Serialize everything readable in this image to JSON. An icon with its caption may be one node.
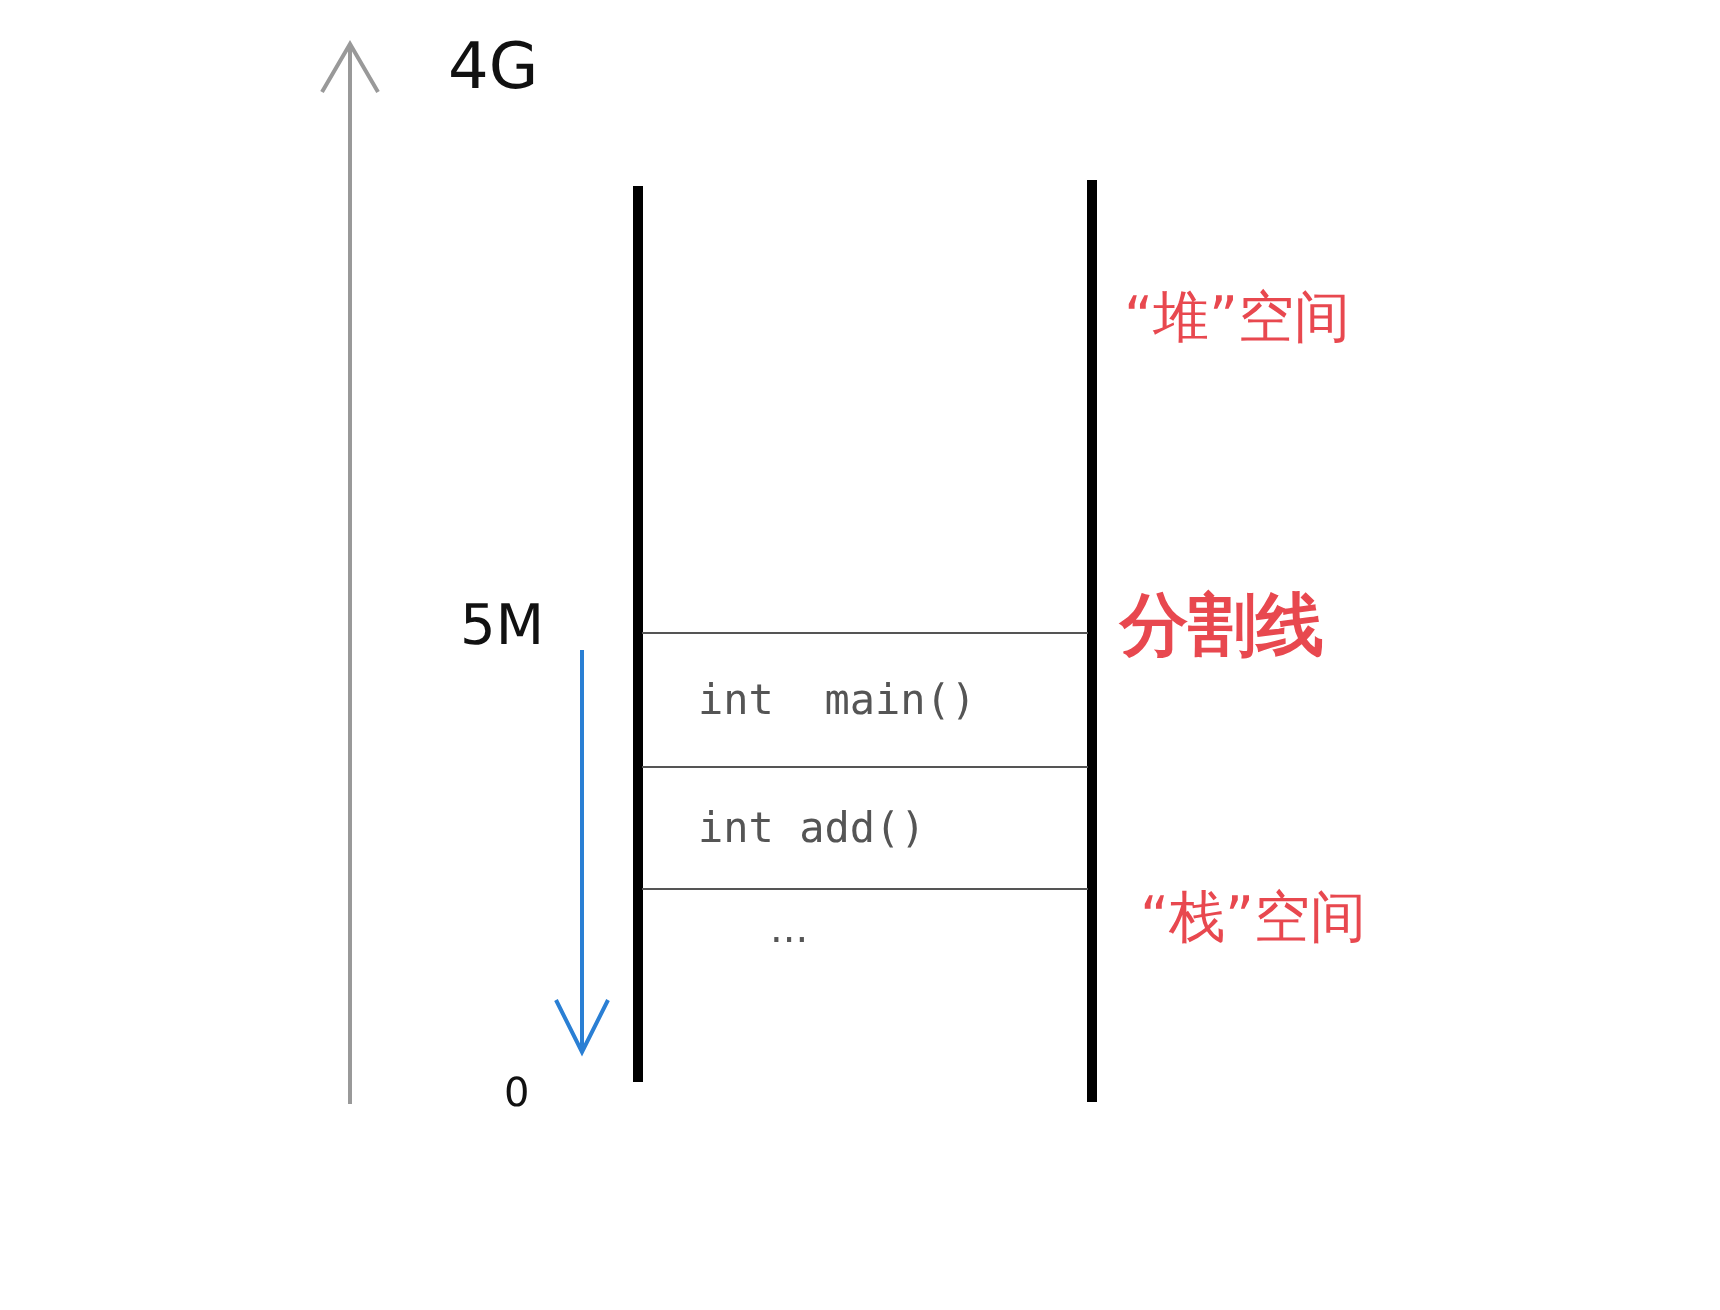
{
  "diagram": {
    "nodes": [
      {
        "text": [
          "int  main()"
        ]
      },
      {
        "text": [
          "int add()"
        ]
      }
    ],
    "labels": [
      "4G",
      "“堆”空间",
      "5M",
      "分割线",
      "...",
      "“栈”空间",
      "0"
    ]
  }
}
